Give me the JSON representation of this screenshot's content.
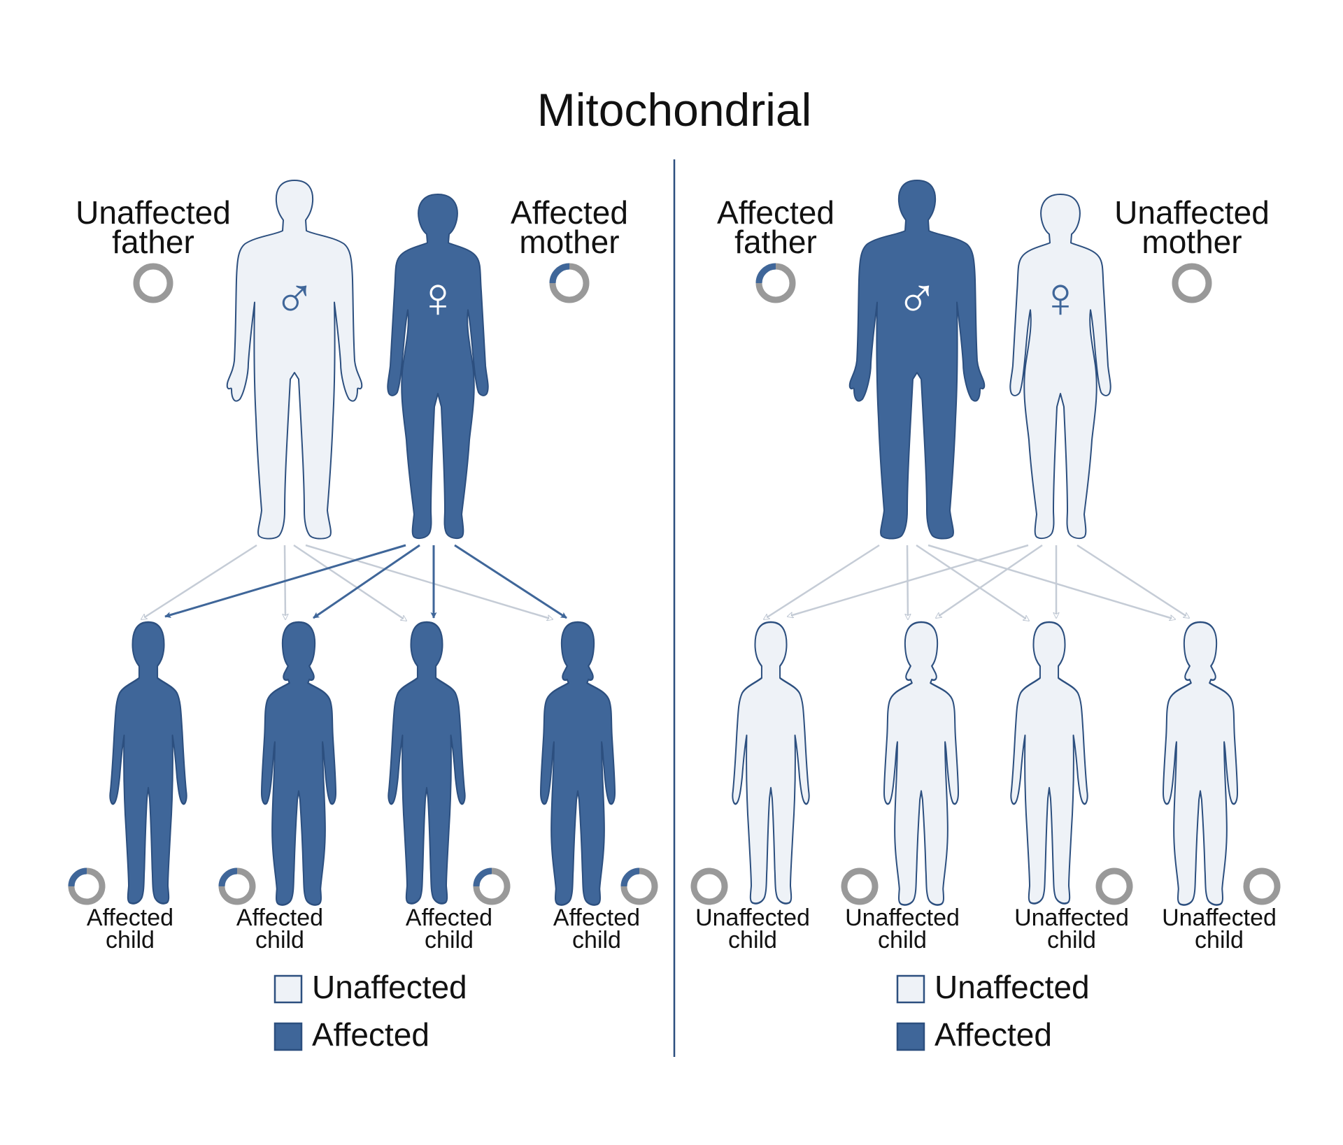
{
  "title": "Mitochondrial",
  "colors": {
    "affected_fill": "#3f6699",
    "affected_stroke": "#2c4f7f",
    "unaffected_fill": "#eef2f7",
    "unaffected_stroke": "#2c4f7f",
    "ring": "#999999",
    "divider": "#2c4f7f",
    "arrow_light": "#c5ccd6"
  },
  "icons": {
    "male": "♂",
    "female": "♀"
  },
  "left_panel": {
    "parents": [
      {
        "line1": "Unaffected",
        "line2": "father",
        "sex": "male",
        "affected": false,
        "ring_fraction": 0
      },
      {
        "line1": "Affected",
        "line2": "mother",
        "sex": "female",
        "affected": true,
        "ring_fraction": 0.25
      }
    ],
    "children": [
      {
        "line1": "Affected",
        "line2": "child",
        "sex": "boy",
        "affected": true,
        "ring_fraction": 0.25
      },
      {
        "line1": "Affected",
        "line2": "child",
        "sex": "girl",
        "affected": true,
        "ring_fraction": 0.25
      },
      {
        "line1": "Affected",
        "line2": "child",
        "sex": "boy",
        "affected": true,
        "ring_fraction": 0.25
      },
      {
        "line1": "Affected",
        "line2": "child",
        "sex": "girl",
        "affected": true,
        "ring_fraction": 0.25
      }
    ],
    "legend": [
      {
        "label": "Unaffected",
        "affected": false
      },
      {
        "label": "Affected",
        "affected": true
      }
    ]
  },
  "right_panel": {
    "parents": [
      {
        "line1": "Affected",
        "line2": "father",
        "sex": "male",
        "affected": true,
        "ring_fraction": 0.25
      },
      {
        "line1": "Unaffected",
        "line2": "mother",
        "sex": "female",
        "affected": false,
        "ring_fraction": 0
      }
    ],
    "children": [
      {
        "line1": "Unaffected",
        "line2": "child",
        "sex": "boy",
        "affected": false,
        "ring_fraction": 0
      },
      {
        "line1": "Unaffected",
        "line2": "child",
        "sex": "girl",
        "affected": false,
        "ring_fraction": 0
      },
      {
        "line1": "Unaffected",
        "line2": "child",
        "sex": "boy",
        "affected": false,
        "ring_fraction": 0
      },
      {
        "line1": "Unaffected",
        "line2": "child",
        "sex": "girl",
        "affected": false,
        "ring_fraction": 0
      }
    ],
    "legend": [
      {
        "label": "Unaffected",
        "affected": false
      },
      {
        "label": "Affected",
        "affected": true
      }
    ]
  }
}
